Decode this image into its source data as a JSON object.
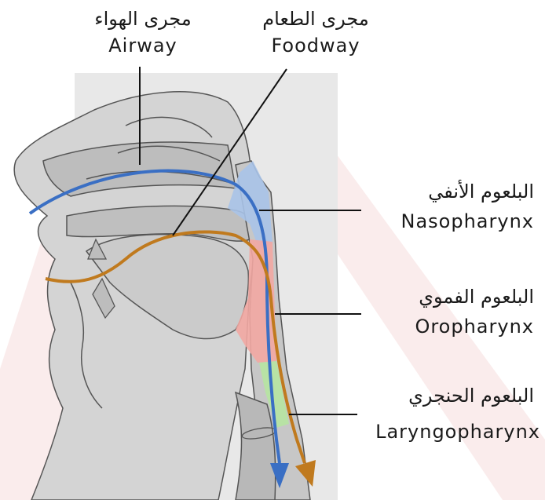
{
  "labels": {
    "airway": {
      "ar": "مجرى الهواء",
      "en": "Airway"
    },
    "foodway": {
      "ar": "مجرى الطعام",
      "en": "Foodway"
    },
    "nasopharynx": {
      "ar": "البلعوم الأنفي",
      "en": "Nasopharynx"
    },
    "oropharynx": {
      "ar": "البلعوم الفموي",
      "en": "Oropharynx"
    },
    "laryngopharynx": {
      "ar": "البلعوم الحنجري",
      "en": "Laryngopharynx"
    }
  },
  "colors": {
    "airway_path": "#3a6fc4",
    "foodway_path": "#c07a1e",
    "nasopharynx_region": "#a9c3e8",
    "oropharynx_region": "#f2a7a2",
    "laryngopharynx_region": "#b7e4a3",
    "tissue": "#c9c9c9",
    "tissue_dark": "#b3b3b3",
    "background_block": "#e6e6e6",
    "watermark": "#f7e2e2"
  }
}
